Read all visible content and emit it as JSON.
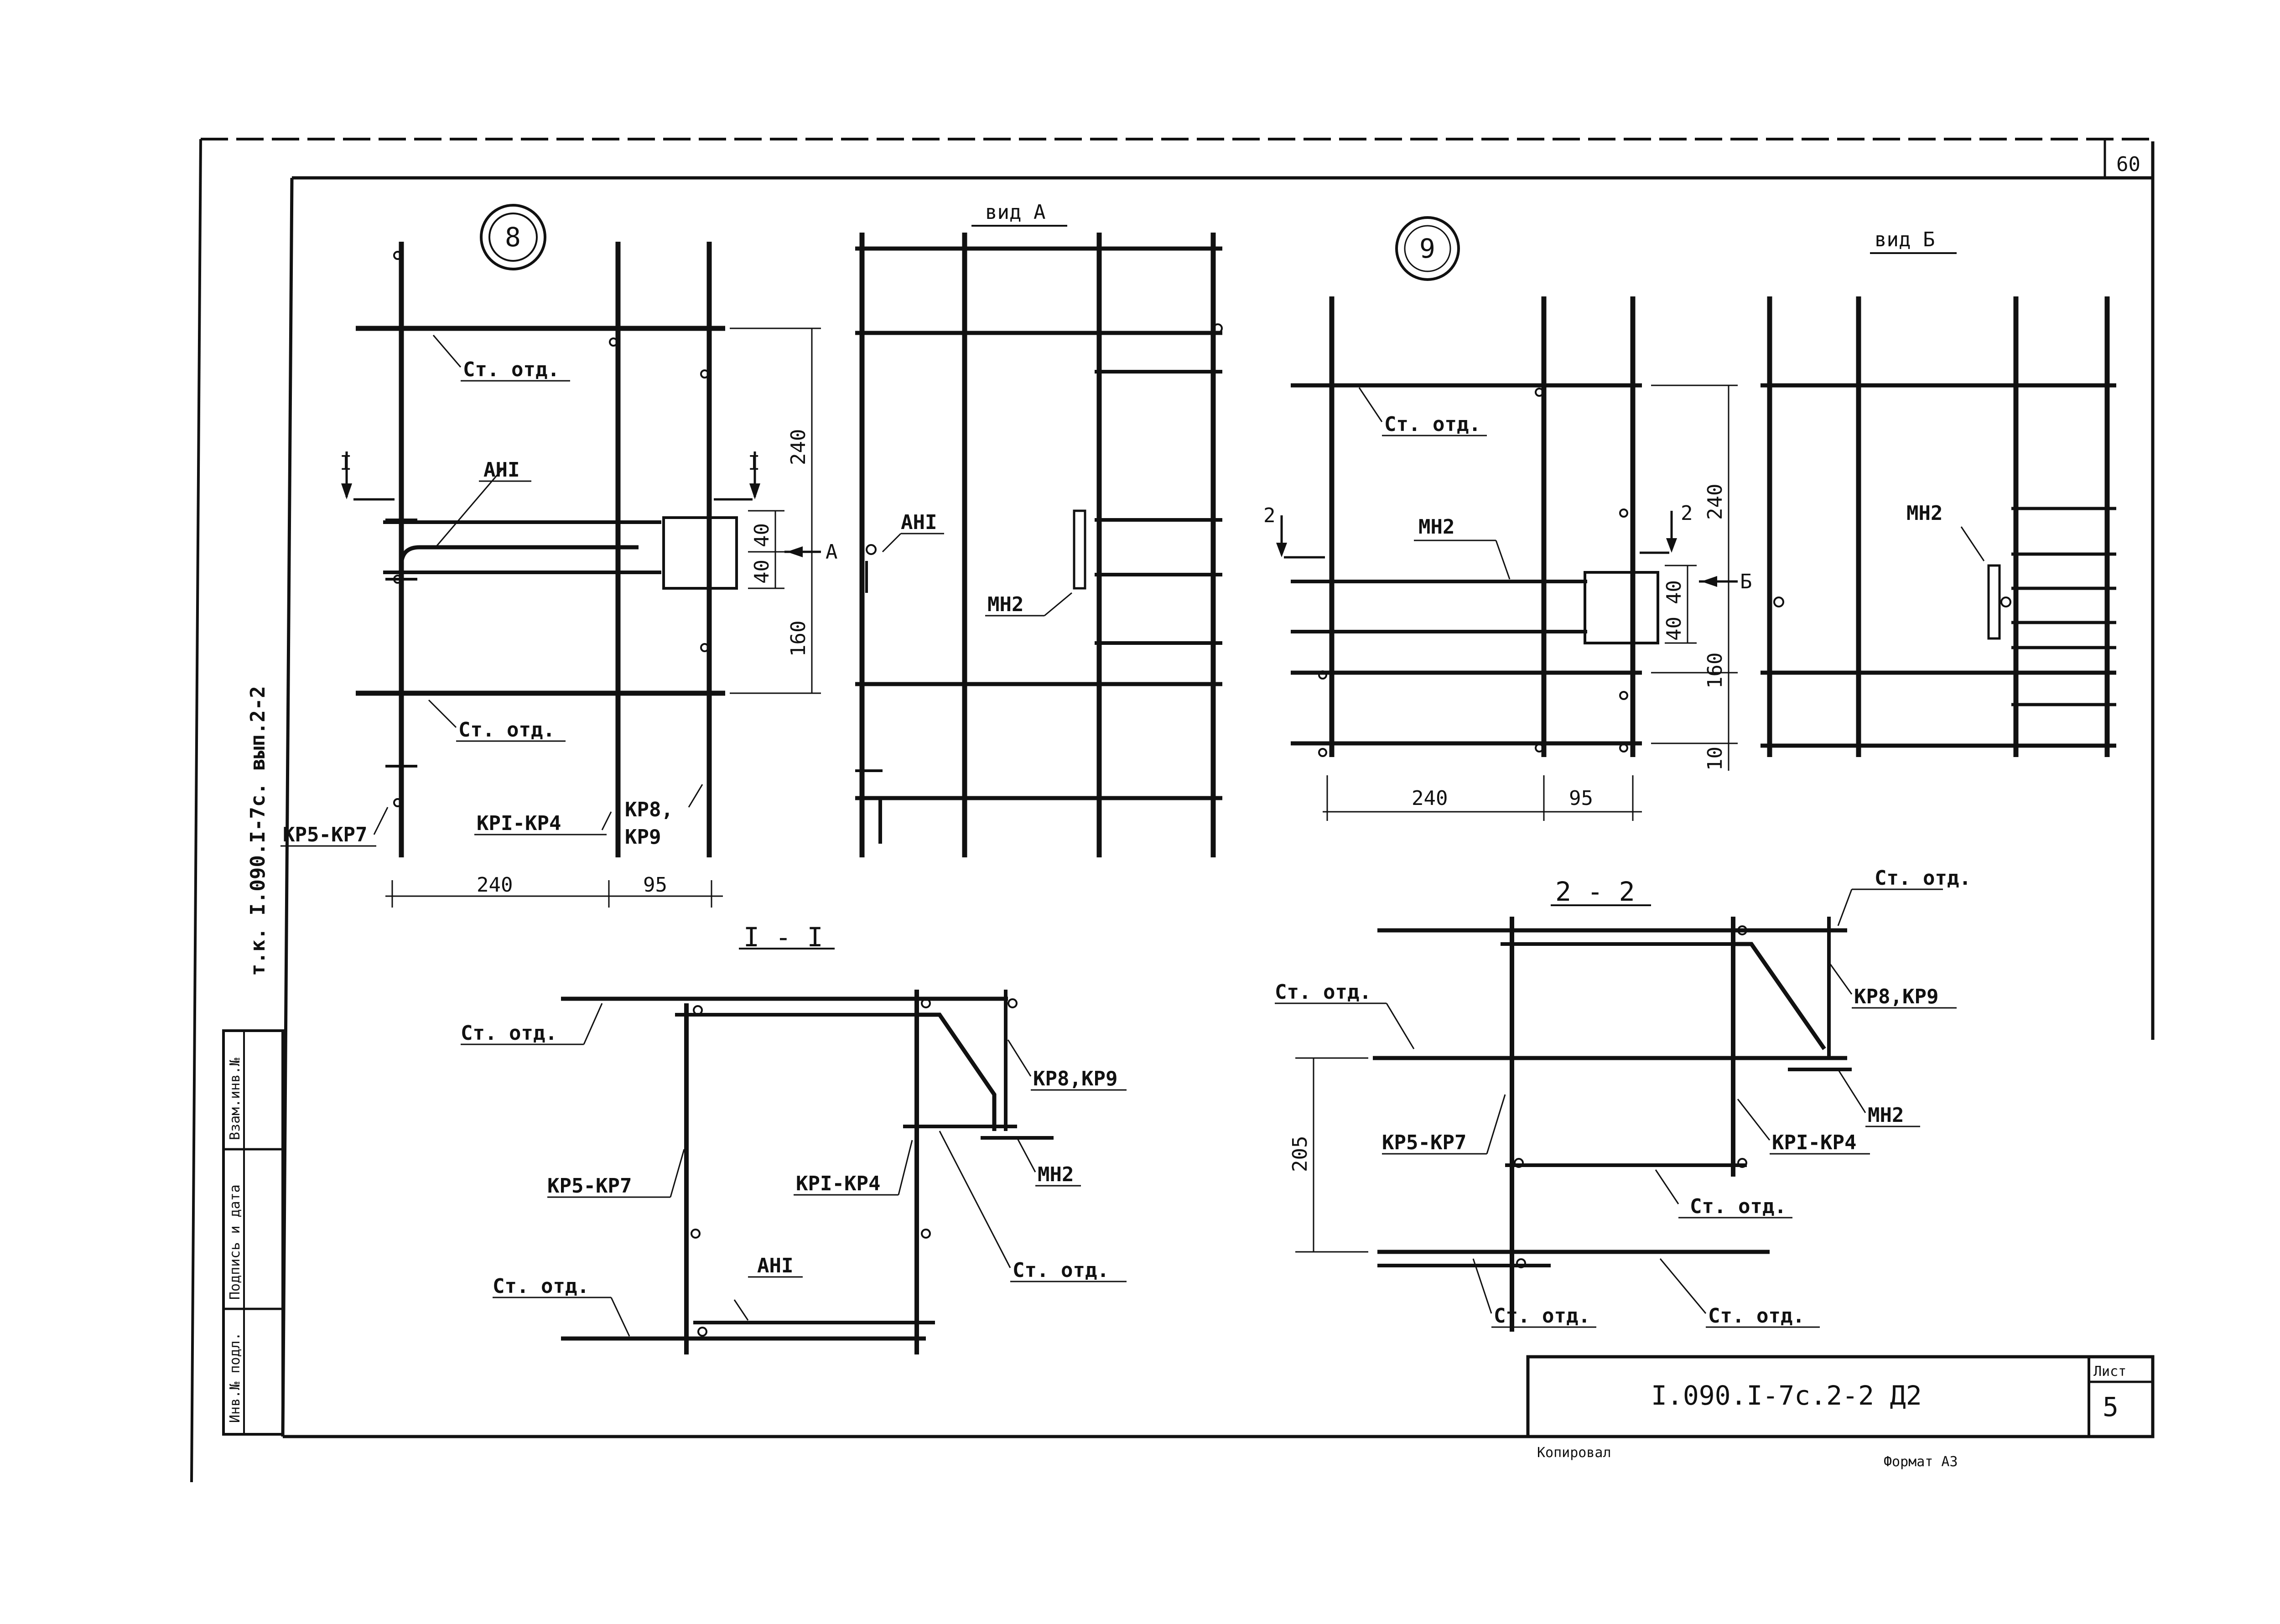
{
  "sheet_corner_number": "60",
  "node8": {
    "number": "8",
    "labels": {
      "st_otd_top": "Ст. отд.",
      "st_otd_bottom": "Ст. отд.",
      "ahi": "АНI",
      "kr5_kr7": "КР5-КР7",
      "kr1_kr4": "КРI-КР4",
      "kr8": "КР8,",
      "kr9": "КР9"
    },
    "dims": {
      "d240v": "240",
      "d160v": "160",
      "d40a": "40",
      "d40b": "40",
      "d240h": "240",
      "d95h": "95"
    },
    "section_marks": {
      "left": "I",
      "right": "I",
      "view": "А"
    }
  },
  "view_a": {
    "title": "вид А",
    "labels": {
      "ahi": "АНI",
      "mn2": "МН2"
    }
  },
  "node9": {
    "number": "9",
    "labels": {
      "st_otd": "Ст. отд.",
      "mn2": "МН2"
    },
    "dims": {
      "d240v": "240",
      "d160v": "160",
      "d10v": "10",
      "d40a": "40",
      "d40b": "40",
      "d240h": "240",
      "d95h": "95"
    },
    "section_marks": {
      "left": "2",
      "right": "2",
      "view": "Б"
    }
  },
  "view_b": {
    "title": "вид Б",
    "labels": {
      "mn2": "МН2"
    }
  },
  "section_1_1": {
    "title": "I - I",
    "labels": {
      "st_otd_top": "Ст. отд.",
      "st_otd_bottom": "Ст. отд.",
      "st_otd_right": "Ст. отд.",
      "kr5_kr7": "КР5-КР7",
      "kr1_kr4": "КРI-КР4",
      "kr8_kr9": "КР8,КР9",
      "mn2": "МН2",
      "ahi": "АНI"
    }
  },
  "section_2_2": {
    "title": "2 - 2",
    "labels": {
      "st_otd_top": "Ст. отд.",
      "st_otd_left": "Ст. отд.",
      "st_otd_mid": "Ст. отд.",
      "st_otd_bottom1": "Ст. отд.",
      "st_otd_bottom2": "Ст. отд.",
      "kr8_kr9": "КР8,КР9",
      "mn2": "МН2",
      "kr1_kr4": "КРI-КР4",
      "kr5_kr7": "КР5-КР7"
    },
    "dims": {
      "d205": "205"
    }
  },
  "side_stamp": {
    "vertical_code": "т.к. I.090.I-7с. вып.2-2",
    "fields": [
      "Инв.№ подл.",
      "Подпись и дата",
      "Взам.инв.№"
    ]
  },
  "title_block": {
    "code": "I.090.I-7с.2-2 Д2",
    "sheet_label": "Лист",
    "sheet_number": "5"
  },
  "footer": {
    "copied": "Копировал",
    "format": "Формат А3"
  }
}
